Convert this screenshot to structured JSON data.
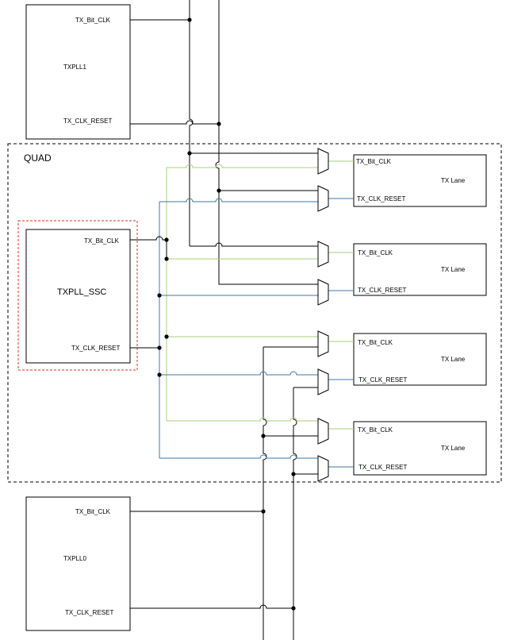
{
  "blocks": {
    "txpll1": {
      "name": "TXPLL1",
      "bit_clk": "TX_Bit_CLK",
      "clk_reset": "TX_CLK_RESET"
    },
    "txpll0": {
      "name": "TXPLL0",
      "bit_clk": "TX_Bit_CLK",
      "clk_reset": "TX_CLK_RESET"
    },
    "txpll_ssc": {
      "name": "TXPLL_SSC",
      "bit_clk": "TX_Bit_CLK",
      "clk_reset": "TX_CLK_RESET"
    }
  },
  "quad": {
    "label": "QUAD"
  },
  "lanes": [
    {
      "name": "TX Lane",
      "bit_clk": "TX_Bit_CLK",
      "clk_reset": "TX_CLK_RESET"
    },
    {
      "name": "TX Lane",
      "bit_clk": "TX_Bit_CLK",
      "clk_reset": "TX_CLK_RESET"
    },
    {
      "name": "TX Lane",
      "bit_clk": "TX_Bit_CLK",
      "clk_reset": "TX_CLK_RESET"
    },
    {
      "name": "TX Lane",
      "bit_clk": "TX_Bit_CLK",
      "clk_reset": "TX_CLK_RESET"
    }
  ],
  "colors": {
    "black_wire": "#000000",
    "ssc_bit_clk_wire": "#a9cf7a",
    "ssc_reset_wire": "#3b7aa8",
    "ssc_highlight_border": "#d9342b",
    "quad_border": "#000000"
  }
}
